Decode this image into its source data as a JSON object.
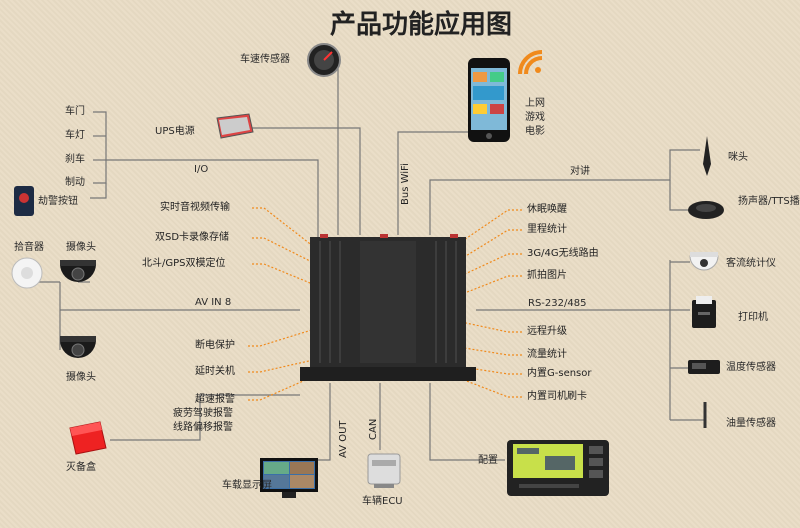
{
  "title": "产品功能应用图",
  "top": {
    "speed_sensor": "车速传感器",
    "ups": "UPS电源",
    "io": "I/O",
    "bus_wifi": "Bus WiFi",
    "phone": [
      "上网",
      "游戏",
      "电影"
    ]
  },
  "inputs": [
    "车门",
    "车灯",
    "刹车",
    "制动"
  ],
  "alarm_button": "劫警按钮",
  "pickup": "拾音器",
  "camera_top": "摄像头",
  "camera_bottom": "摄像头",
  "av_in": "AV IN  8",
  "left_features": [
    "实时音视频传输",
    "双SD卡录像存储",
    "北斗/GPS双模定位",
    "断电保护",
    "延时关机",
    "超速报警",
    "疲劳驾驶报警",
    "线路偏移报警"
  ],
  "right_features": [
    "休眠唤醒",
    "里程统计",
    "3G/4G无线路由",
    "抓拍图片",
    "远程升级",
    "流量统计",
    "内置G-sensor",
    "内置司机刷卡"
  ],
  "right_devices": {
    "intercom": "对讲",
    "mic": "咪头",
    "speaker": "扬声器/TTS播报器",
    "rs": "RS-232/485",
    "counter": "客流统计仪",
    "printer": "打印机",
    "temp": "温度传感器",
    "oil": "油量传感器"
  },
  "bottom": {
    "av_out": "AV OUT",
    "can": "CAN",
    "black_box": "灭备盒",
    "monitor": "车载显示屏",
    "ecu": "车辆ECU",
    "config": "配置"
  },
  "colors": {
    "accent": "#f08a1c",
    "wire": "#6b6b6b",
    "device": "#2b2b2b"
  }
}
